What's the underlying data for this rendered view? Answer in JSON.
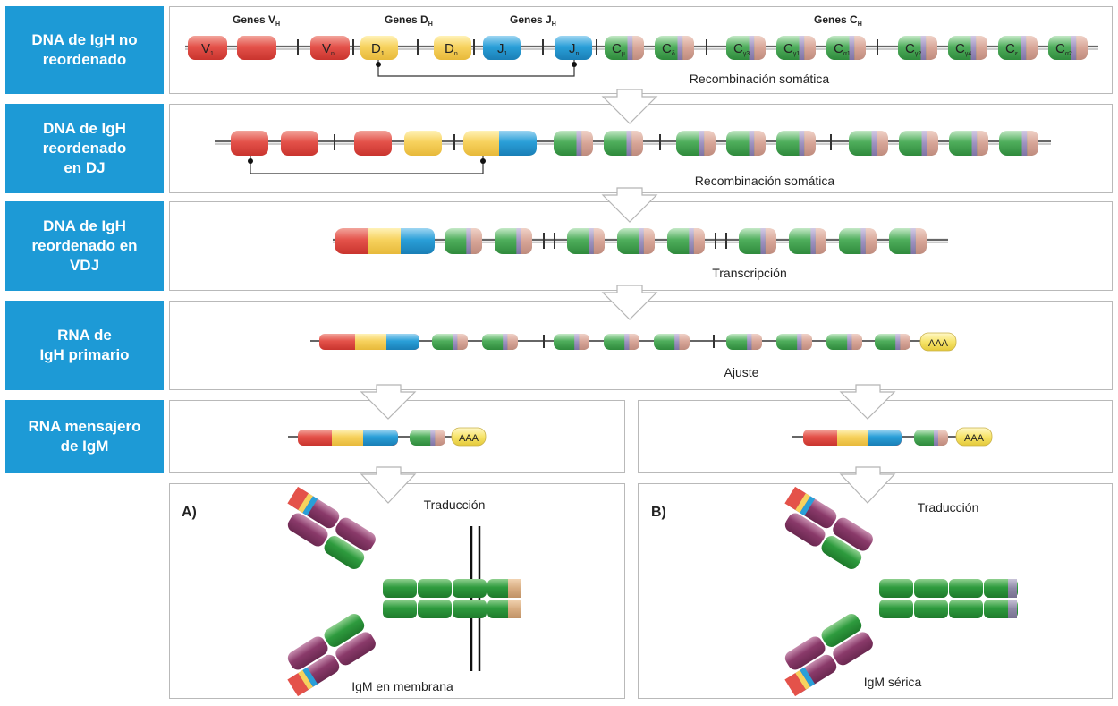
{
  "steps": [
    {
      "label": "DNA de IgH no\nreordenado",
      "caption": "Recombinación somática"
    },
    {
      "label": "DNA de IgH\nreordenado\nen DJ",
      "caption": "Recombinación somática"
    },
    {
      "label": "DNA de IgH\nreordenado en\nVDJ",
      "caption": "Transcripción"
    },
    {
      "label": "RNA de\nIgH primario",
      "caption": "Ajuste"
    },
    {
      "label": "RNA mensajero\nde IgM",
      "caption": ""
    }
  ],
  "gene_groups": {
    "v": "Genes V",
    "d": "Genes D",
    "j": "Genes J",
    "c": "Genes C",
    "sub": "H"
  },
  "segments": {
    "v1": "V",
    "v1_sub": "1",
    "vn": "V",
    "vn_sub": "n",
    "d1": "D",
    "d1_sub": "1",
    "dn": "D",
    "dn_sub": "n",
    "j1": "J",
    "j1_sub": "1",
    "jn": "J",
    "jn_sub": "n",
    "c_letter": "C",
    "c_subs": [
      "μ",
      "δ",
      "γ3",
      "γ1",
      "α1",
      "γ2",
      "γ4",
      "ε",
      "α2"
    ]
  },
  "poly_a": "AAA",
  "panel_a": {
    "letter": "A)",
    "translation": "Traducción",
    "caption": "IgM en membrana"
  },
  "panel_b": {
    "letter": "B)",
    "translation": "Traducción",
    "caption": "IgM sérica"
  },
  "colors": {
    "label_bg": "#1d9ad6",
    "v": "#e4524a",
    "d": "#f7d25e",
    "j": "#2a9fd8",
    "c": "#4fae5c",
    "heavy_chain": "#2e9b3e",
    "light_chain": "#8a3a6a"
  }
}
